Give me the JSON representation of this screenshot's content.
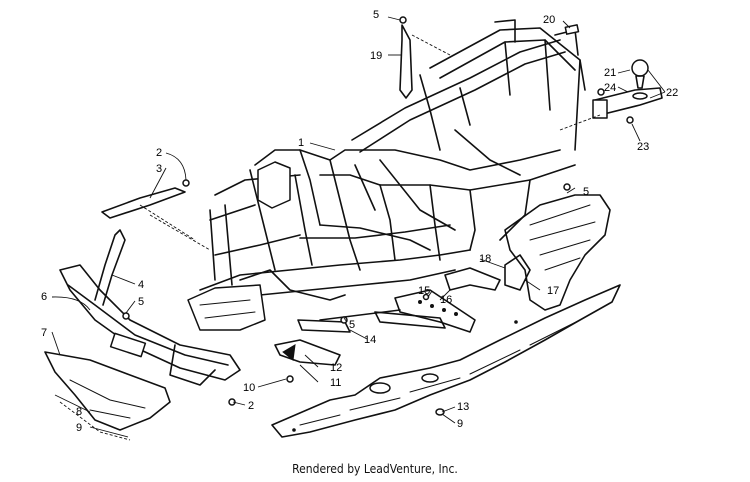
{
  "footer": "Rendered by LeadVenture, Inc.",
  "callouts": {
    "c1": "1",
    "c2a": "2",
    "c3": "3",
    "c2b": "2",
    "c4": "4",
    "c5a": "5",
    "c6": "6",
    "c7": "7",
    "c8": "8",
    "c9a": "9",
    "c10": "10",
    "c5b": "5",
    "c5c": "5",
    "c19": "19",
    "c20": "20",
    "c21": "21",
    "c24": "24",
    "c22": "22",
    "c23": "23",
    "c5d": "5",
    "c18": "18",
    "c17": "17",
    "c15": "15",
    "c16": "16",
    "c14": "14",
    "c12": "12",
    "c11": "11",
    "c13": "13",
    "c9b": "9"
  }
}
